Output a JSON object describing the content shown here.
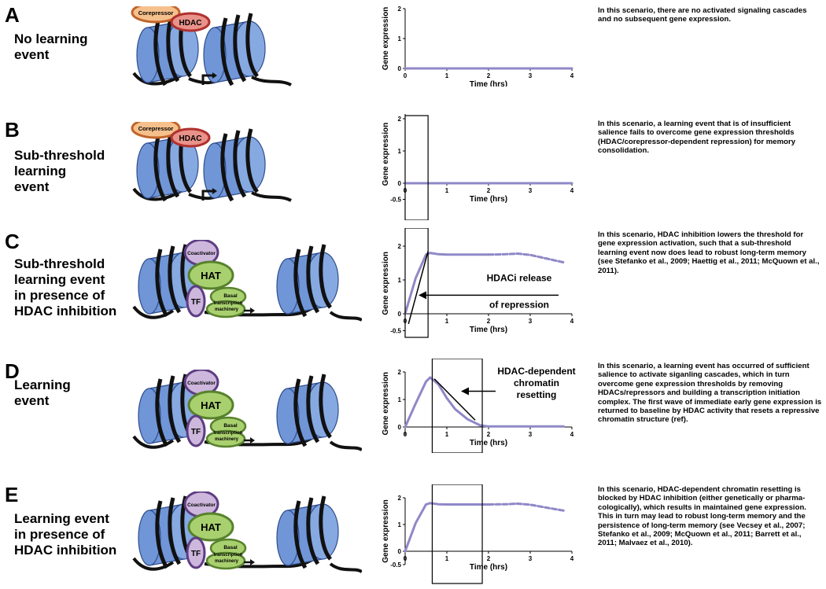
{
  "colors": {
    "nucleosome": "#7096d8",
    "nucleosome_stroke": "#2f4d8c",
    "corepressor_fill": "#f6c08c",
    "corepressor_stroke": "#c0642a",
    "hdac_fill": "#e9928a",
    "hdac_stroke": "#b0302f",
    "coactivator_fill": "#cdb7dc",
    "coactivator_stroke": "#5e3d83",
    "hat_fill": "#a9d06e",
    "hat_stroke": "#57822c",
    "series": "#8f88c7"
  },
  "icons": [
    "nucleosome-icon",
    "corepressor-icon",
    "hdac-icon",
    "coactivator-icon",
    "hat-icon",
    "tf-icon",
    "basal-machinery-icon",
    "promoter-arrow-icon"
  ],
  "labels": {
    "corepressor": "Corepressor",
    "hdac": "HDAC",
    "coactivator": "Coactivator",
    "hat": "HAT",
    "tf": "TF",
    "basal_line1": "Basal",
    "basal_line2": "transcription",
    "basal_line3": "machinery"
  },
  "panels": [
    {
      "letter": "A",
      "title_lines": [
        "No learning",
        "event"
      ],
      "description": "In this scenario, there are no activated signaling cascades and no subsequent gene expression."
    },
    {
      "letter": "B",
      "title_lines": [
        "Sub-threshold",
        "learning",
        "event"
      ],
      "description": "In this scenario, a learning event that is of insufficient salience fails to overcome gene expression thresholds (HDAC/corepressor-dependent repression) for memory consolidation."
    },
    {
      "letter": "C",
      "title_lines": [
        "Sub-threshold",
        "learning event",
        "in presence of",
        "HDAC inhibition"
      ],
      "description": "In this scenario, HDAC inhibition lowers the threshold for gene expression activation, such that a sub-threshold learning event now does lead to robust long-term memory (see Stefanko et al., 2009; Haettig et al., 2011; McQuown et al., 2011).",
      "annotation_lines": [
        "HDACi release",
        "of repression"
      ]
    },
    {
      "letter": "D",
      "title_lines": [
        "Learning",
        "event"
      ],
      "description": "In this scenario, a learning event has occurred of sufficient salience to activate siganling cascades, which in turn overcome gene expression thresholds by removing HDACs/repressors and building a transcription initiation complex.  The first wave of immediate early gene expression is returned to baseline by HDAC activity that resets a repressive chromatin structure (ref).",
      "annotation_lines": [
        "HDAC-dependent",
        "chromatin",
        "resetting"
      ]
    },
    {
      "letter": "E",
      "title_lines": [
        "Learning event",
        "in presence of",
        "HDAC inhibition"
      ],
      "description": "In this scenario, HDAC-dependent chromatin resetting is blocked by HDAC inhibition (either genetically or pharma-cologically), which results in maintained gene expression. This in turn may lead to robust long-term memory and the persistence of long-term memory (see Vecsey et al., 2007; Stefanko et al., 2009; McQuown et al., 2011; Barrett et al., 2011; Malvaez et al., 2010)."
    }
  ],
  "chart_data": [
    {
      "type": "line",
      "xlabel": "Time (hrs)",
      "ylabel": "Gene expression",
      "xlim": [
        0,
        4
      ],
      "ylim": [
        0,
        2
      ],
      "xticks": [
        "0",
        "1",
        "2",
        "3",
        "4"
      ],
      "yticks": [
        "0",
        "1",
        "2"
      ],
      "series": [
        {
          "x": [
            0,
            4
          ],
          "y": [
            0,
            0
          ],
          "style": "solid"
        }
      ]
    },
    {
      "type": "line",
      "xlabel": "Time (hrs)",
      "ylabel": "Gene expression",
      "xlim": [
        0,
        4
      ],
      "ylim": [
        -0.5,
        2.3
      ],
      "xticks": [
        "0",
        "1",
        "2",
        "3",
        "4"
      ],
      "yticks": [
        "-0.5",
        "0",
        "1",
        "2"
      ],
      "highlight_box": [
        0,
        0.55
      ],
      "series": [
        {
          "x": [
            0,
            4
          ],
          "y": [
            0,
            0
          ],
          "style": "solid"
        }
      ]
    },
    {
      "type": "line",
      "xlabel": "Time (hrs)",
      "ylabel": "Gene expression",
      "xlim": [
        0,
        4
      ],
      "ylim": [
        -0.5,
        2.3
      ],
      "xticks": [
        "0",
        "1",
        "2",
        "3",
        "4"
      ],
      "yticks": [
        "-0.5",
        "0",
        "1",
        "2"
      ],
      "highlight_box": [
        0,
        0.55
      ],
      "series": [
        {
          "x": [
            0,
            0.25,
            0.5,
            0.6,
            0.8,
            1.0,
            1.5,
            2.0
          ],
          "y": [
            0,
            1.05,
            1.75,
            1.8,
            1.76,
            1.75,
            1.75,
            1.75
          ],
          "style": "solid"
        },
        {
          "x": [
            2.0,
            2.4,
            2.7,
            3.0,
            3.4,
            3.8
          ],
          "y": [
            1.75,
            1.76,
            1.78,
            1.74,
            1.63,
            1.52
          ],
          "style": "dashed"
        }
      ]
    },
    {
      "type": "line",
      "xlabel": "Time (hrs)",
      "ylabel": "Gene expression",
      "xlim": [
        0,
        4
      ],
      "ylim": [
        -0.3,
        2
      ],
      "xticks": [
        "0",
        "1",
        "2",
        "3",
        "4"
      ],
      "yticks": [
        "0",
        "1",
        "2"
      ],
      "highlight_box": [
        0.65,
        1.85
      ],
      "series": [
        {
          "x": [
            0,
            0.25,
            0.5,
            0.6,
            0.8,
            1.0,
            1.2,
            1.5,
            1.8,
            2.0,
            3.0,
            3.8
          ],
          "y": [
            0,
            0.85,
            1.65,
            1.8,
            1.55,
            1.05,
            0.65,
            0.28,
            0.06,
            0.02,
            0.02,
            0.02
          ],
          "style": "solid"
        }
      ]
    },
    {
      "type": "line",
      "xlabel": "Time (hrs)",
      "ylabel": "Gene expression",
      "xlim": [
        0,
        4
      ],
      "ylim": [
        -0.5,
        2
      ],
      "xticks": [
        "0",
        "1",
        "2",
        "3",
        "4"
      ],
      "yticks": [
        "-0.5",
        "0",
        "1",
        "2"
      ],
      "highlight_box": [
        0.65,
        1.85
      ],
      "series": [
        {
          "x": [
            0,
            0.25,
            0.5,
            0.6,
            0.8,
            1.0,
            1.5,
            2.0
          ],
          "y": [
            0,
            1.05,
            1.75,
            1.8,
            1.76,
            1.75,
            1.75,
            1.75
          ],
          "style": "solid"
        },
        {
          "x": [
            2.0,
            2.4,
            2.7,
            3.0,
            3.4,
            3.8
          ],
          "y": [
            1.75,
            1.76,
            1.78,
            1.74,
            1.63,
            1.52
          ],
          "style": "dashed"
        }
      ]
    }
  ]
}
